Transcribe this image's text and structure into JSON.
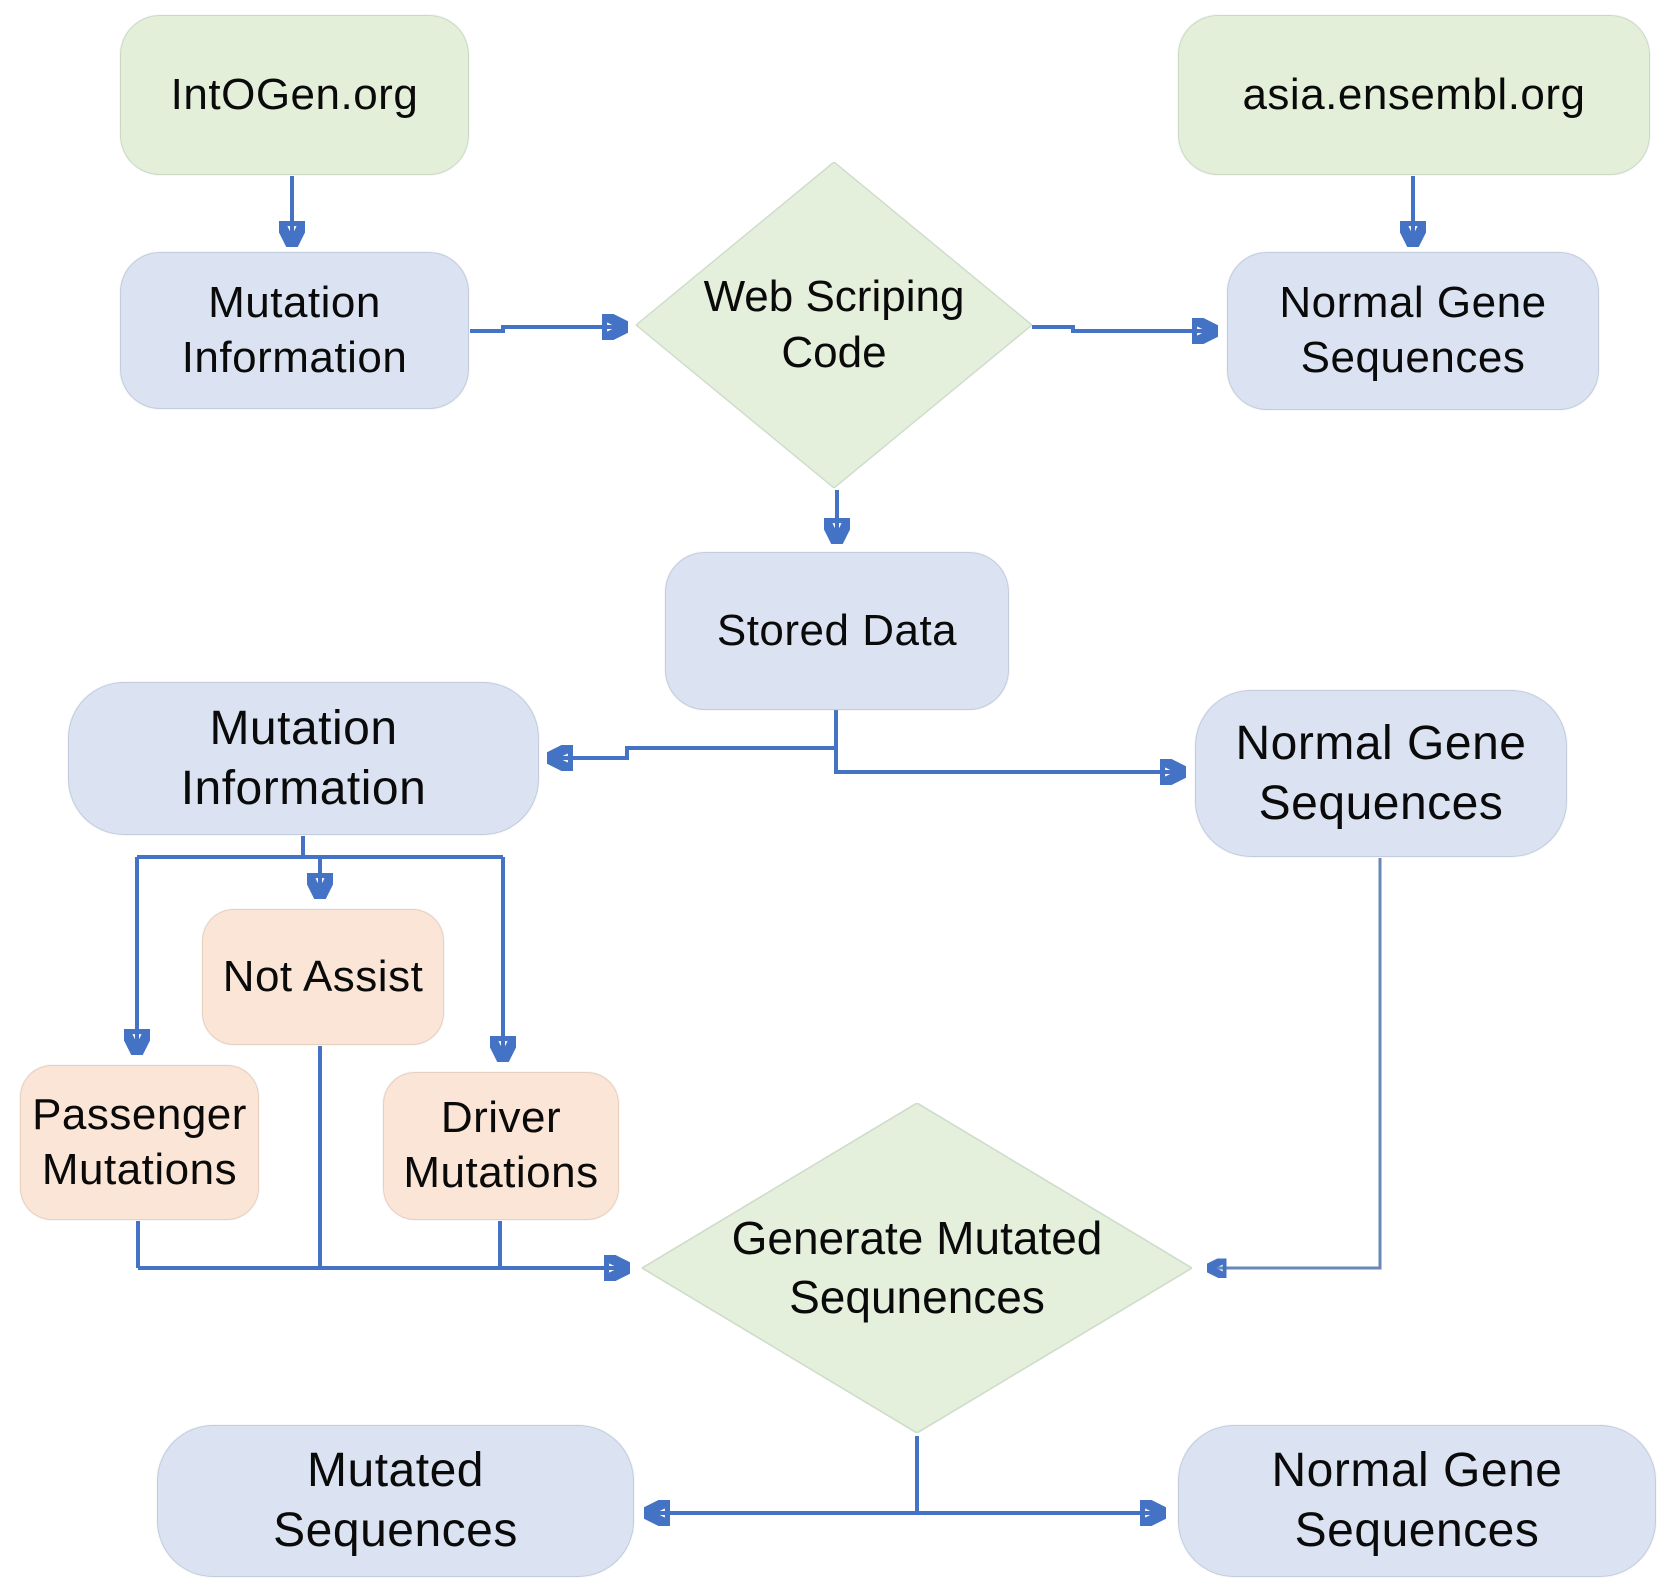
{
  "figure": {
    "type": "flowchart",
    "description": "Web scraping pipeline producing mutated and normal gene sequences"
  },
  "colors": {
    "source_fill": "#e3efd9",
    "decision_fill": "#e4efdc",
    "data_fill": "#dbe3f2",
    "branch_fill": "#fbe5d6",
    "arrow": "#4472c4",
    "text": "#0a0a0a"
  },
  "nodes": {
    "intogen": {
      "lines": [
        "IntOGen.org"
      ]
    },
    "asia_ensembl": {
      "lines": [
        "asia.ensembl.org"
      ]
    },
    "mutation_info_top": {
      "lines": [
        "Mutation",
        "Information"
      ]
    },
    "normal_gene_top": {
      "lines": [
        "Normal Gene",
        "Sequences"
      ]
    },
    "web_scraping": {
      "lines": [
        "Web Scriping",
        "Code"
      ]
    },
    "stored_data": {
      "lines": [
        "Stored Data"
      ]
    },
    "mutation_info_mid": {
      "lines": [
        "Mutation",
        "Information"
      ]
    },
    "normal_gene_mid": {
      "lines": [
        "Normal Gene",
        "Sequences"
      ]
    },
    "not_assist": {
      "lines": [
        "Not Assist"
      ]
    },
    "passenger": {
      "lines": [
        "Passenger",
        "Mutations"
      ]
    },
    "driver": {
      "lines": [
        "Driver",
        "Mutations"
      ]
    },
    "generate": {
      "lines": [
        "Generate Mutated",
        "Sequnences"
      ]
    },
    "mutated_seq": {
      "lines": [
        "Mutated",
        "Sequences"
      ]
    },
    "normal_gene_bottom": {
      "lines": [
        "Normal Gene",
        "Sequences"
      ]
    }
  }
}
